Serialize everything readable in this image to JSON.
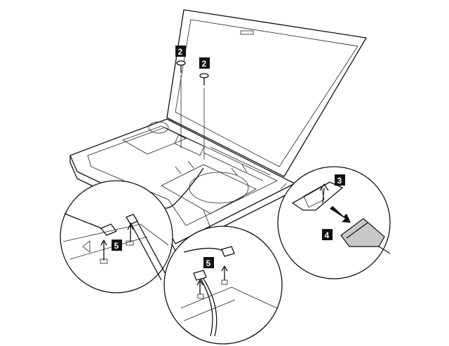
{
  "figure": {
    "callouts": {
      "screw_left": "2",
      "screw_right": "2",
      "connector_lift": "3",
      "connector_pull": "4",
      "antenna_left": "5",
      "antenna_bottom": "5"
    },
    "colors": {
      "line": "#111111",
      "callout_bg": "#111111",
      "cable_fill": "#c8c8c8"
    }
  }
}
